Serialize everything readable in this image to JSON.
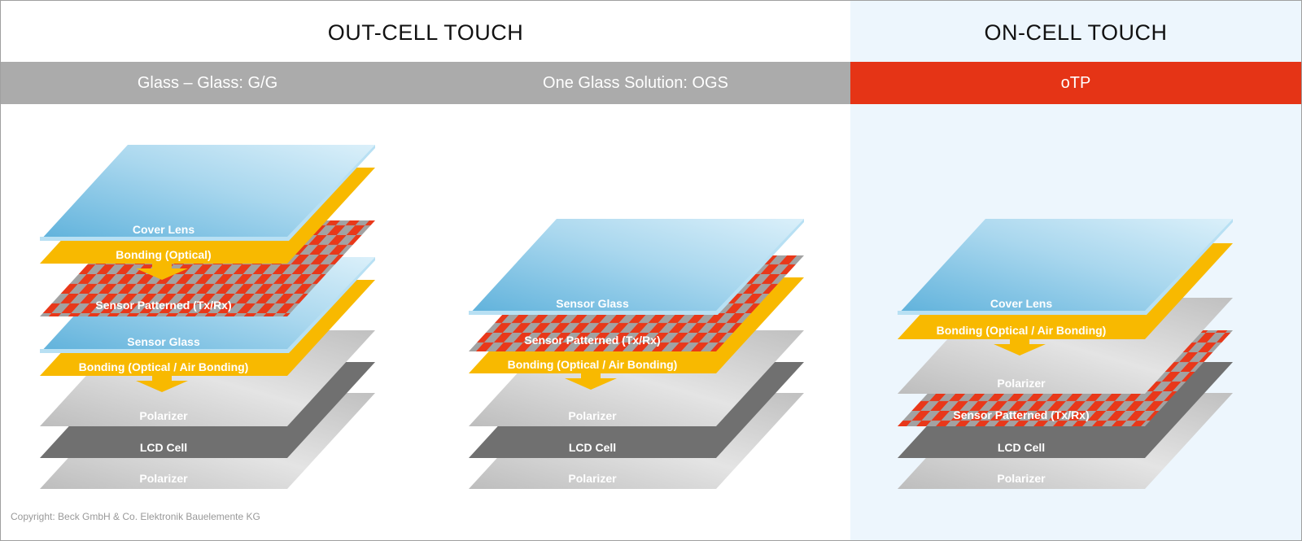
{
  "header": {
    "out_cell_title": "OUT-CELL TOUCH",
    "on_cell_title": "ON-CELL TOUCH"
  },
  "stacks": [
    {
      "name": "Glass – Glass: G/G",
      "layers": [
        {
          "label": "Cover Lens",
          "material": "glass"
        },
        {
          "label": "Bonding (Optical)",
          "material": "bonding"
        },
        {
          "label": "Sensor Patterned (Tx/Rx)",
          "material": "sensor"
        },
        {
          "label": "Sensor Glass",
          "material": "glass"
        },
        {
          "label": "Bonding (Optical / Air Bonding)",
          "material": "bonding"
        },
        {
          "label": "Polarizer",
          "material": "polarizer"
        },
        {
          "label": "LCD Cell",
          "material": "lcd"
        },
        {
          "label": "Polarizer",
          "material": "polarizer"
        }
      ]
    },
    {
      "name": "One Glass Solution: OGS",
      "layers": [
        {
          "label": "Sensor Glass",
          "material": "glass"
        },
        {
          "label": "Sensor Patterned (Tx/Rx)",
          "material": "sensor"
        },
        {
          "label": "Bonding (Optical / Air Bonding)",
          "material": "bonding"
        },
        {
          "label": "Polarizer",
          "material": "polarizer"
        },
        {
          "label": "LCD Cell",
          "material": "lcd"
        },
        {
          "label": "Polarizer",
          "material": "polarizer"
        }
      ]
    },
    {
      "name": "oTP",
      "layers": [
        {
          "label": "Cover Lens",
          "material": "glass"
        },
        {
          "label": "Bonding (Optical / Air Bonding)",
          "material": "bonding"
        },
        {
          "label": "Polarizer",
          "material": "polarizer"
        },
        {
          "label": "Sensor Patterned (Tx/Rx)",
          "material": "sensor"
        },
        {
          "label": "LCD Cell",
          "material": "lcd"
        },
        {
          "label": "Polarizer",
          "material": "polarizer"
        }
      ]
    }
  ],
  "colors": {
    "accent_red": "#e53416",
    "bar_gray": "#ababab",
    "bonding": "#f8b900",
    "lcd": "#707070"
  },
  "copyright": "Copyright: Beck GmbH & Co. Elektronik Bauelemente KG"
}
